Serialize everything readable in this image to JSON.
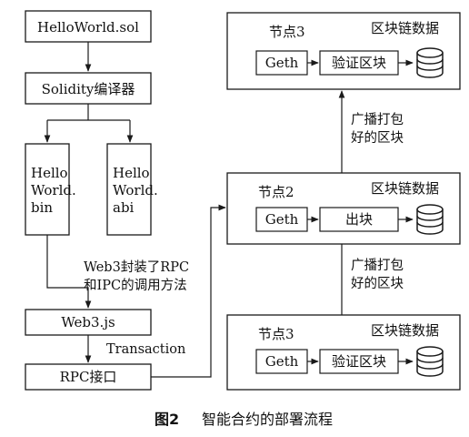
{
  "left_column": {
    "source_file": "HelloWorld.sol",
    "compiler": "Solidity编译器",
    "bin_file": [
      "Hello",
      "World.",
      "bin"
    ],
    "abi_file": [
      "Hello",
      "World.",
      "abi"
    ],
    "web3_note": [
      "Web3封装了RPC",
      "和IPC的调用方法"
    ],
    "web3js": "Web3.js",
    "transaction_label": "Transaction",
    "rpc": "RPC接口"
  },
  "nodes": [
    {
      "title": "节点3",
      "data_label": "区块链数据",
      "client": "Geth",
      "action": "验证区块"
    },
    {
      "title": "节点2",
      "data_label": "区块链数据",
      "client": "Geth",
      "action": "出块"
    },
    {
      "title": "节点3",
      "data_label": "区块链数据",
      "client": "Geth",
      "action": "验证区块"
    }
  ],
  "broadcast_label": [
    "广播打包",
    "好的区块"
  ],
  "caption": {
    "number": "图2",
    "title": "智能合约的部署流程"
  },
  "colors": {
    "stroke": "#1a1a1a",
    "background": "#ffffff",
    "db_fill": "#ffffff"
  },
  "icons": {
    "database": "database-cylinder-icon"
  }
}
